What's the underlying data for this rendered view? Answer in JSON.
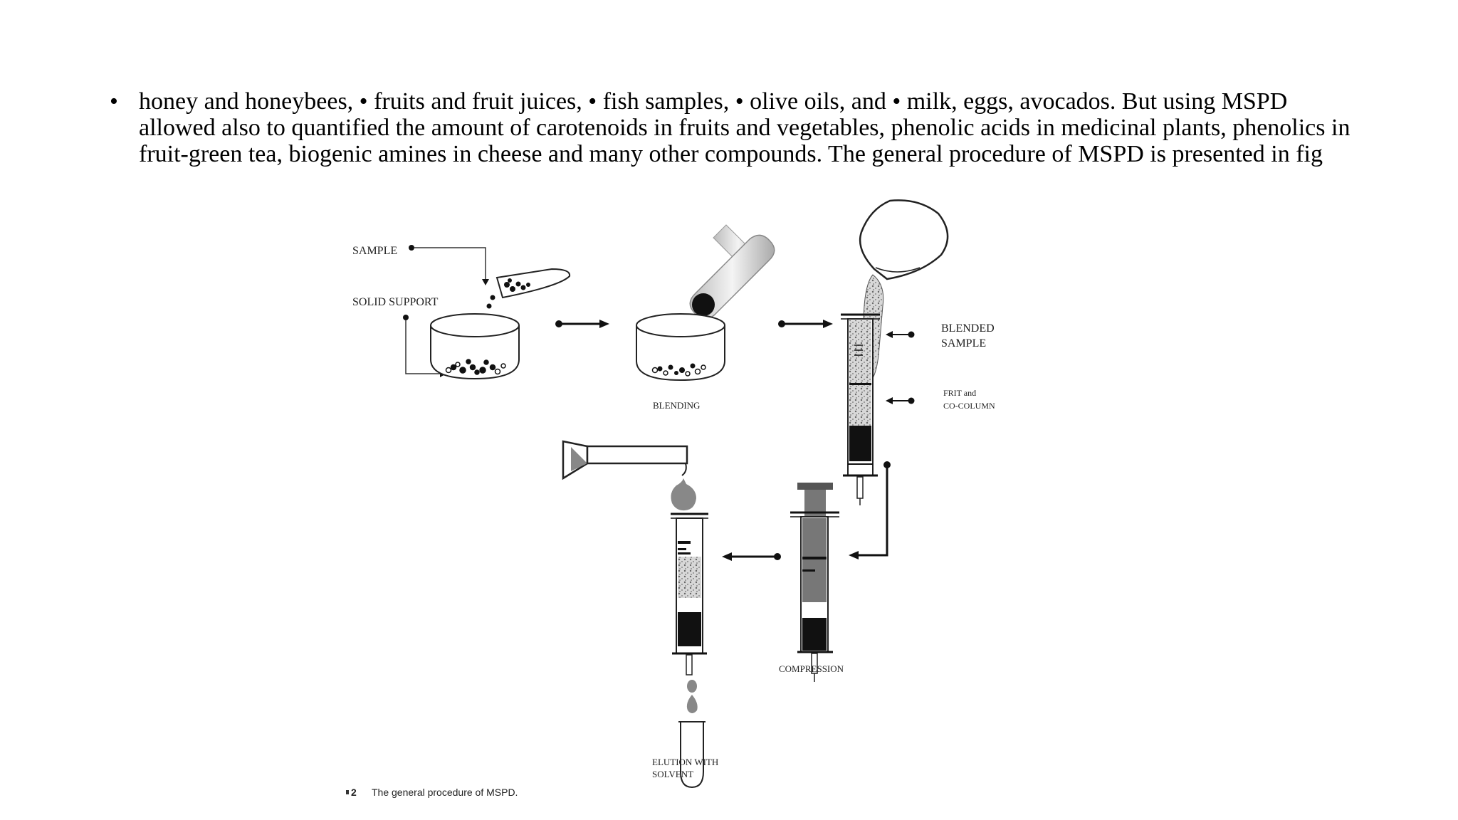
{
  "slide": {
    "bullet_text": "honey and honeybees, • fruits and fruit juices, • fish samples, • olive oils, and • milk, eggs, avocados. But using MSPD allowed also to quantified the amount of carotenoids in fruits and vegetables, phenolic acids in medicinal plants, phenolics in fruit-green tea, biogenic amines in cheese and many other compounds. The general procedure of MSPD is presented in fig",
    "bullet_marker": "•"
  },
  "diagram": {
    "labels": {
      "sample": "SAMPLE",
      "solid_support": "SOLID SUPPORT",
      "blending": "BLENDING",
      "blended_sample_line1": "BLENDED",
      "blended_sample_line2": "SAMPLE",
      "frit_line1": "FRIT and",
      "frit_line2": "CO-COLUMN",
      "compression": "COMPRESSION",
      "elution_line1": "ELUTION WITH",
      "elution_line2": "SOLVENT"
    },
    "caption": {
      "number": "2",
      "text": "The general procedure of MSPD."
    }
  }
}
